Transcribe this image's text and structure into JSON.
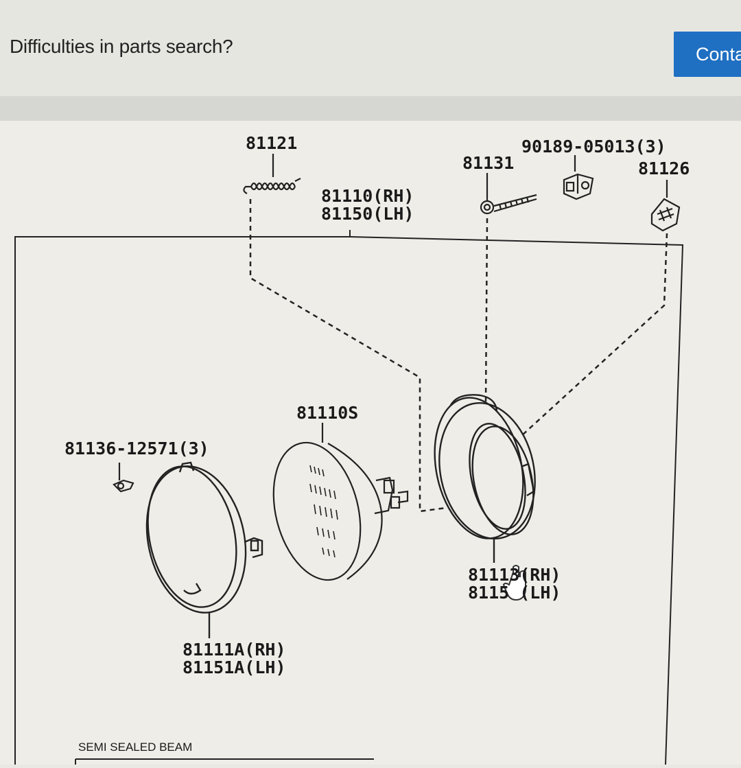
{
  "header": {
    "help_text": "Difficulties in parts search?",
    "contact_label": "Conta"
  },
  "diagram": {
    "labels": {
      "p81121": "81121",
      "p90189": "90189-05013(3)",
      "p81131": "81131",
      "p81126": "81126",
      "p81110": "81110(RH)",
      "p81150": "81150(LH)",
      "p81110s": "81110S",
      "p81136": "81136-12571(3)",
      "p81113": "81113(RH)",
      "p81153": "8115 (LH)",
      "p81111a": "81111A(RH)",
      "p81151a": "81151A(LH)"
    },
    "caption": "SEMI SEALED BEAM"
  }
}
